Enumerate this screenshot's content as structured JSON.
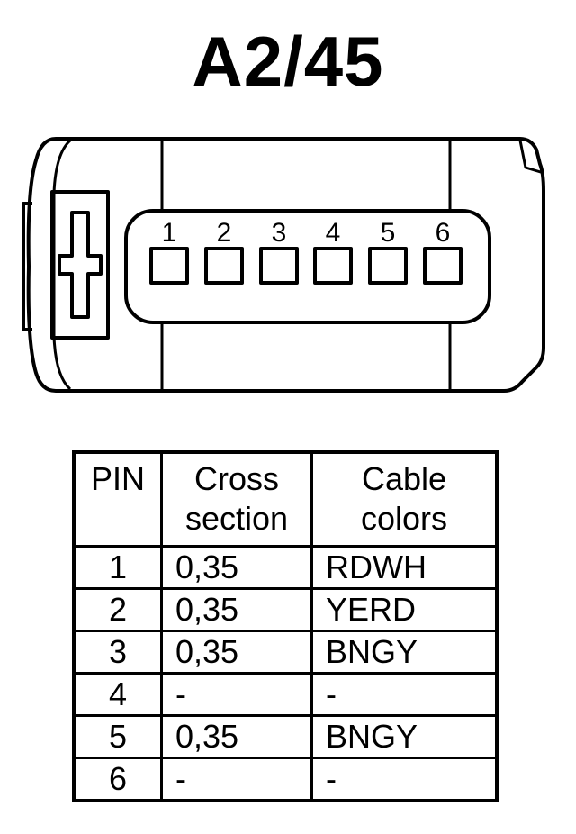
{
  "title": "A2/45",
  "connector": {
    "pins": [
      "1",
      "2",
      "3",
      "4",
      "5",
      "6"
    ]
  },
  "table": {
    "headers": {
      "pin": "PIN",
      "cross_line1": "Cross",
      "cross_line2": "section",
      "color_line1": "Cable",
      "color_line2": "colors"
    },
    "rows": [
      {
        "pin": "1",
        "cross": "0,35",
        "color": "RDWH"
      },
      {
        "pin": "2",
        "cross": "0,35",
        "color": "YERD"
      },
      {
        "pin": "3",
        "cross": "0,35",
        "color": "BNGY"
      },
      {
        "pin": "4",
        "cross": "-",
        "color": "-"
      },
      {
        "pin": "5",
        "cross": "0,35",
        "color": "BNGY"
      },
      {
        "pin": "6",
        "cross": "-",
        "color": "-"
      }
    ]
  }
}
